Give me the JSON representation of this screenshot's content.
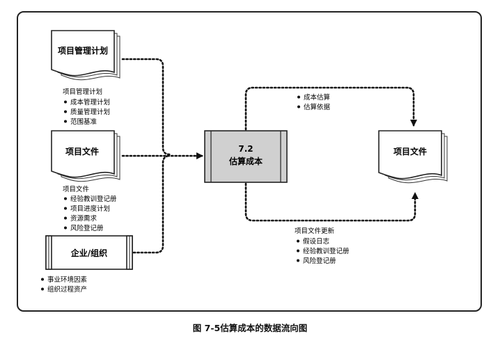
{
  "inputs": {
    "project_plan": {
      "title": "项目管理计划",
      "list_title": "项目管理计划",
      "items": [
        "成本管理计划",
        "质量管理计划",
        "范围基准"
      ]
    },
    "project_docs": {
      "title": "项目文件",
      "list_title": "项目文件",
      "items": [
        "经验教训登记册",
        "项目进度计划",
        "资源需求",
        "风险登记册"
      ]
    },
    "enterprise": {
      "title": "企业/组织",
      "items": [
        "事业环境因素",
        "组织过程资产"
      ]
    }
  },
  "process": {
    "number": "7.2",
    "name": "估算成本"
  },
  "outputs": {
    "top_flow": {
      "items": [
        "成本估算",
        "估算依据"
      ]
    },
    "bottom_flow": {
      "list_title": "项目文件更新",
      "items": [
        "假设日志",
        "经验教训登记册",
        "风险登记册"
      ]
    },
    "target_doc": {
      "title": "项目文件"
    }
  },
  "caption": "图 7-5估算成本的数据流向图"
}
